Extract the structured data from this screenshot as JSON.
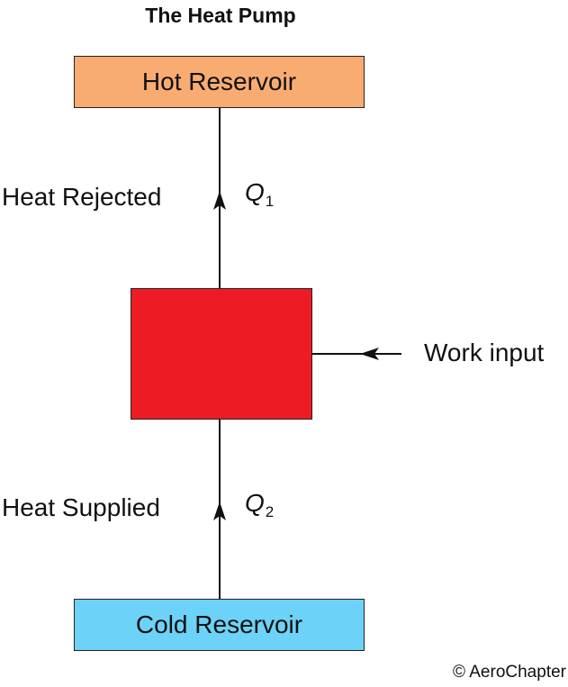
{
  "title": "The Heat Pump",
  "hot_reservoir": {
    "label": "Hot Reservoir",
    "color": "#F9AC72"
  },
  "cold_reservoir": {
    "label": "Cold Reservoir",
    "color": "#6DD2F7"
  },
  "engine": {
    "color": "#ED1C24"
  },
  "heat_rejected": {
    "label": "Heat Rejected",
    "symbol": "Q",
    "subscript": "1"
  },
  "heat_supplied": {
    "label": "Heat Supplied",
    "symbol": "Q",
    "subscript": "2"
  },
  "work_input": {
    "label": "Work input"
  },
  "copyright": "© AeroChapter"
}
